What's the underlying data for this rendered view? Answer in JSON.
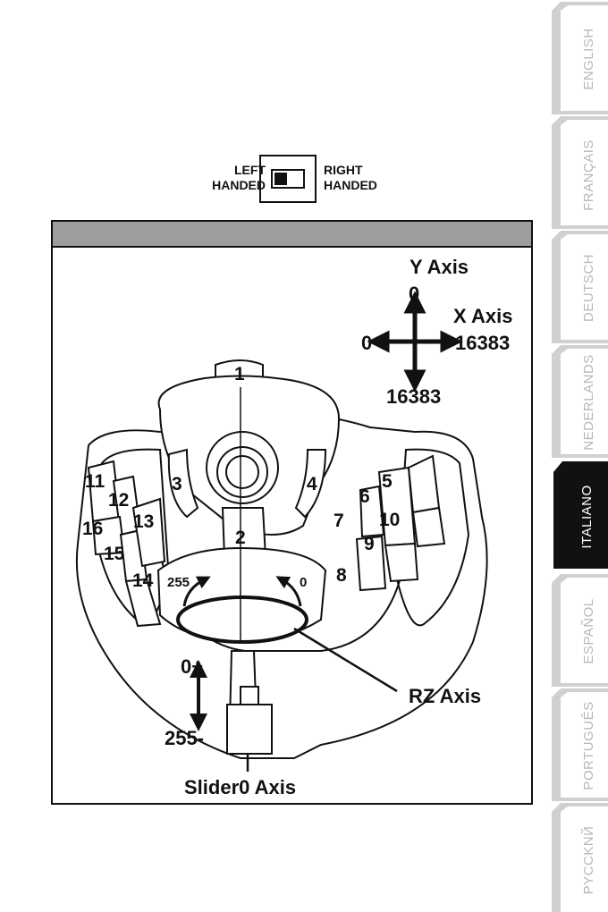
{
  "language_tabs": [
    {
      "label": "ENGLISH",
      "active": false
    },
    {
      "label": "FRANÇAIS",
      "active": false
    },
    {
      "label": "DEUTSCH",
      "active": false
    },
    {
      "label": "NEDERLANDS",
      "active": false
    },
    {
      "label": "ITALIANO",
      "active": true
    },
    {
      "label": "ESPAÑOL",
      "active": false
    },
    {
      "label": "PORTUGUÊS",
      "active": false
    },
    {
      "label": "PYCCKNЙ",
      "active": false
    }
  ],
  "hand_switch": {
    "left_line1": "LEFT",
    "left_line2": "HANDED",
    "right_line1": "RIGHT",
    "right_line2": "HANDED"
  },
  "axes": {
    "y_axis": "Y Axis",
    "y_min": "0",
    "x_axis": "X Axis",
    "x_min": "0",
    "x_max": "16383",
    "y_max": "16383",
    "rz_axis": "RZ Axis",
    "rz_left": "255",
    "rz_right": "0",
    "slider_top": "0+",
    "slider_bottom": "255-",
    "slider_axis": "Slider0 Axis"
  },
  "buttons": [
    "1",
    "2",
    "3",
    "4",
    "5",
    "6",
    "7",
    "8",
    "9",
    "10",
    "11",
    "12",
    "13",
    "14",
    "15",
    "16"
  ],
  "colors": {
    "tab_active": "#111111",
    "tab_inactive": "#d0d0d0",
    "frame_header": "#9d9d9d"
  }
}
